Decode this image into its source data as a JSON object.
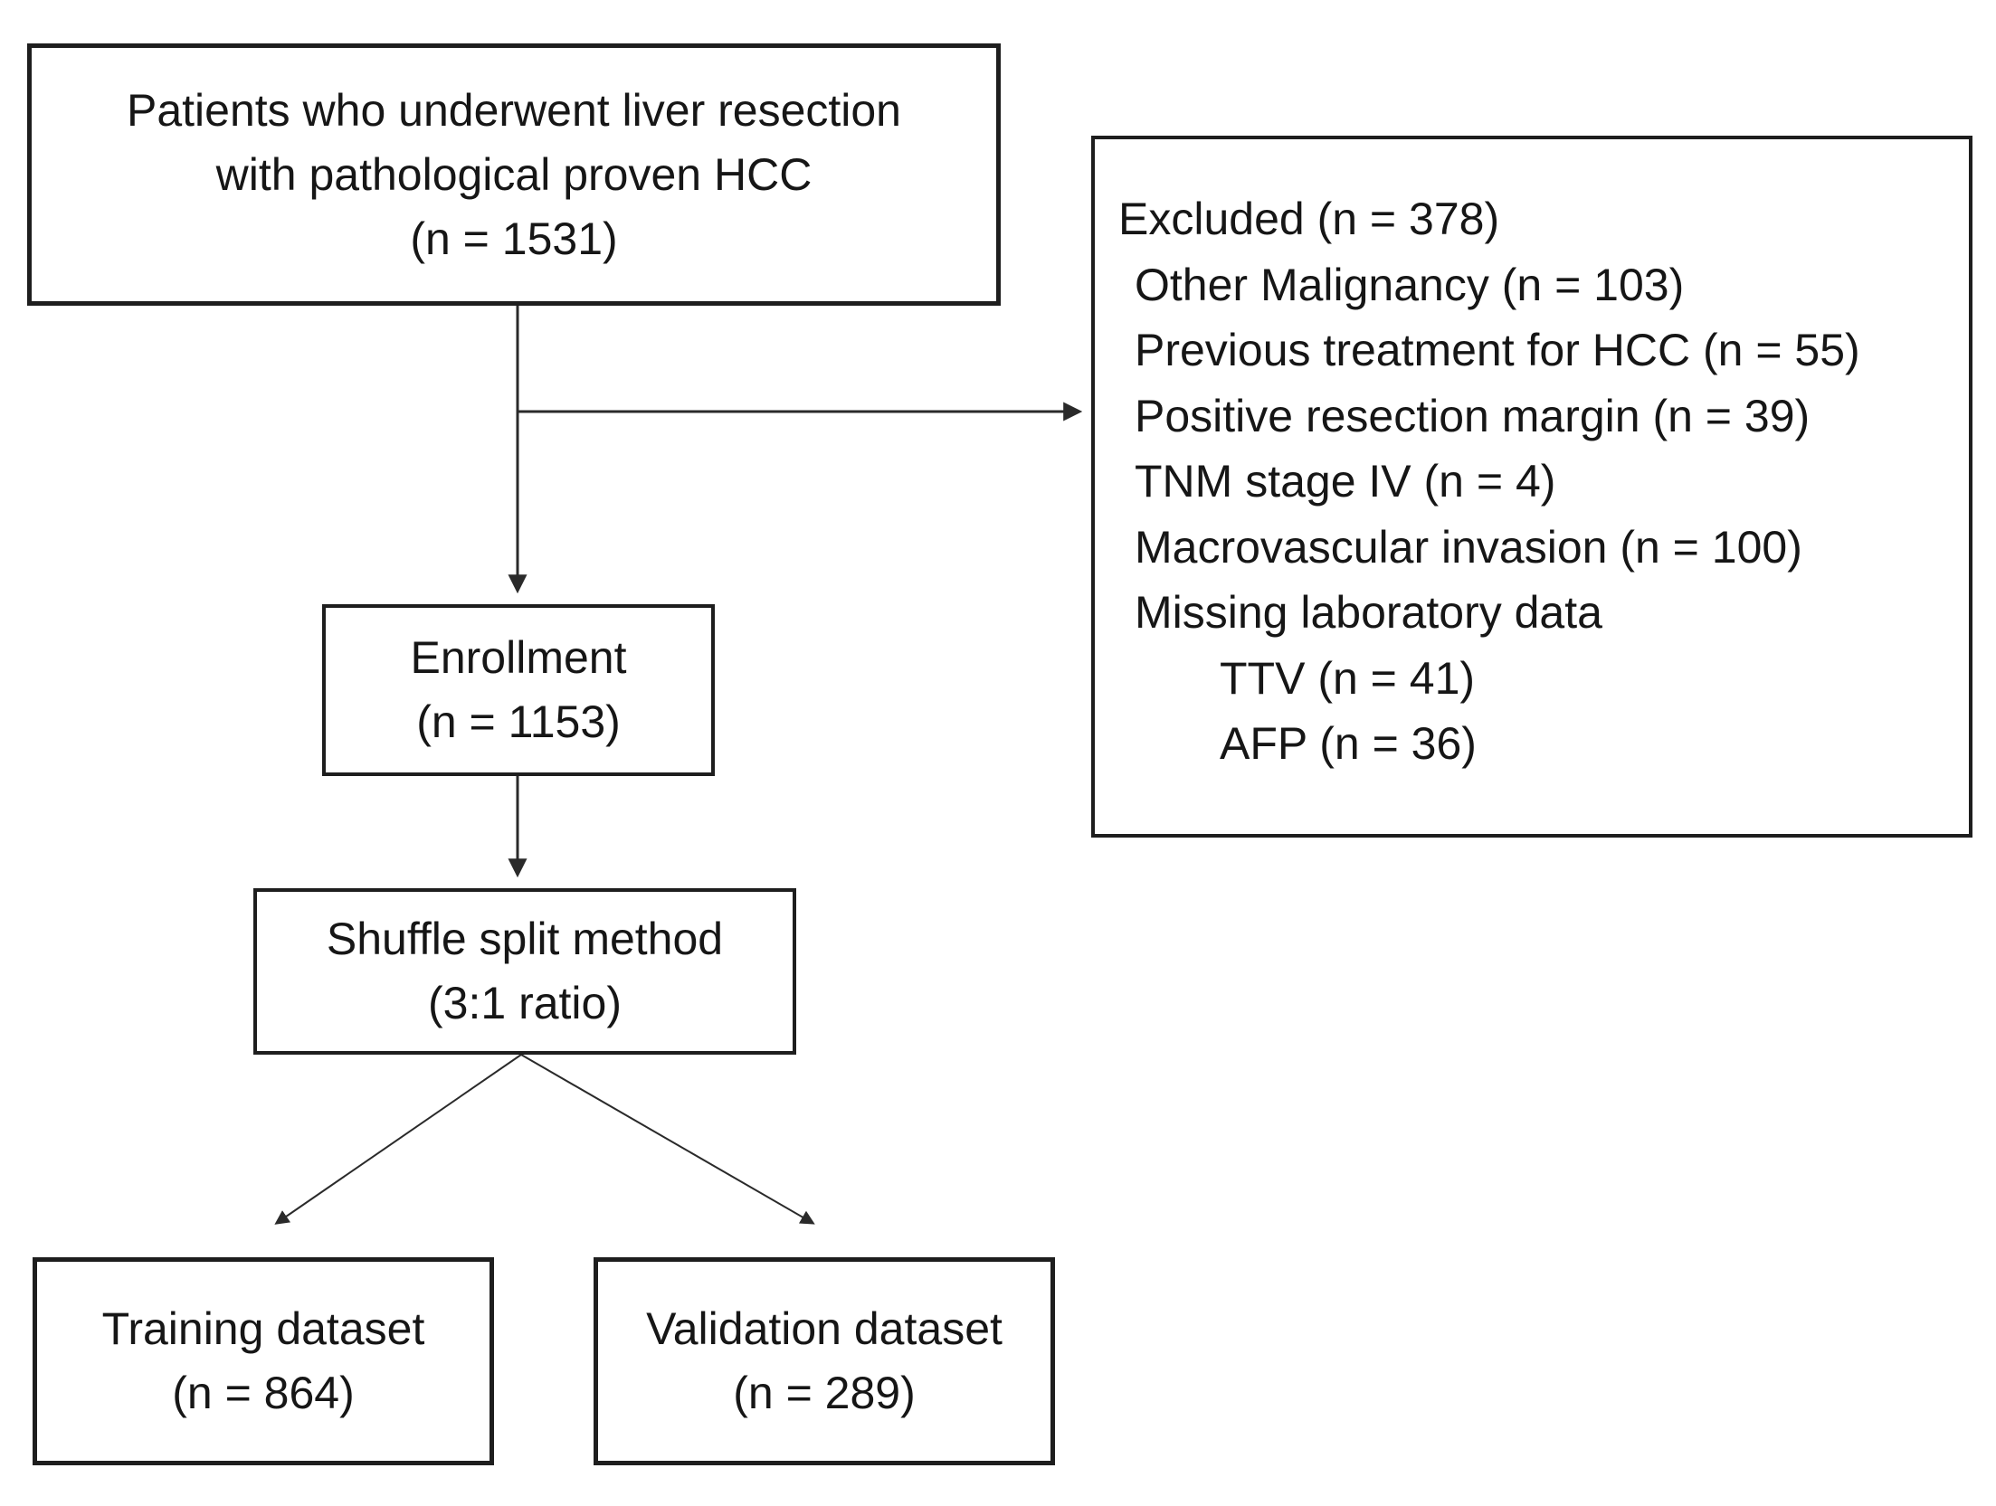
{
  "diagram": {
    "background": "#ffffff",
    "text_color": "#161616",
    "border_color": "#1e1e1e",
    "line_color": "#2a2a2a",
    "boxes": {
      "patients": {
        "lines": [
          "Patients who underwent liver resection",
          "with pathological proven HCC",
          "(n = 1531)"
        ]
      },
      "excluded": {
        "title": "Excluded (n = 378)",
        "items": [
          "Other Malignancy (n = 103)",
          "Previous treatment for HCC (n = 55)",
          "Positive resection margin (n = 39)",
          "TNM stage IV (n = 4)",
          "Macrovascular invasion (n = 100)",
          "Missing laboratory data"
        ],
        "sub_items": [
          "TTV (n = 41)",
          "AFP (n = 36)"
        ]
      },
      "enrollment": {
        "lines": [
          "Enrollment",
          "(n = 1153)"
        ]
      },
      "shuffle": {
        "lines": [
          "Shuffle split method",
          "(3:1 ratio)"
        ]
      },
      "training": {
        "lines": [
          "Training dataset",
          "(n = 864)"
        ]
      },
      "validation": {
        "lines": [
          "Validation dataset",
          "(n = 289)"
        ]
      }
    }
  }
}
